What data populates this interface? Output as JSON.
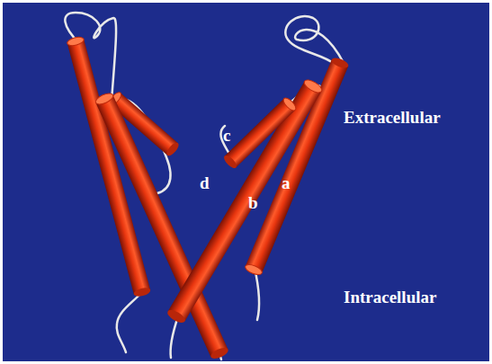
{
  "diagram": {
    "labels": [
      "Extracellular",
      "c",
      "d",
      "b",
      "a",
      "Intracellular"
    ]
  }
}
